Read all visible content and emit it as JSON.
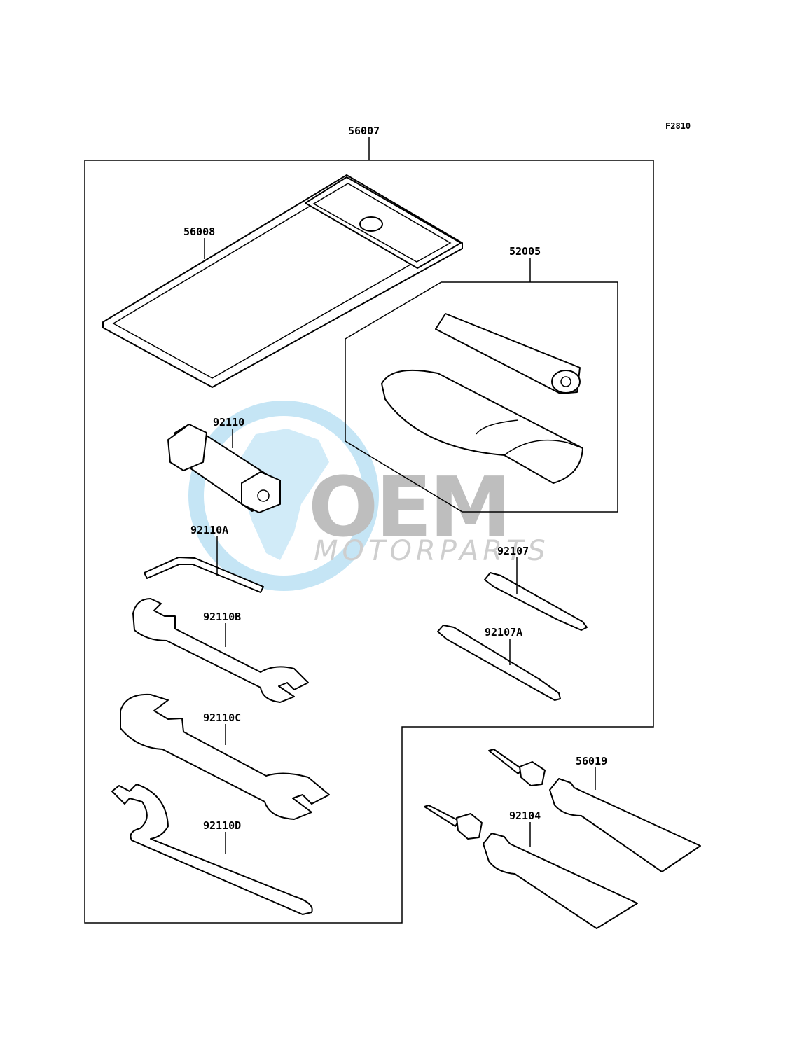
{
  "figure_code": "F2810",
  "watermark": {
    "brand": "OEM",
    "sub": "MOTORPARTS",
    "globe_color": "#9fd2ee",
    "brand_color": "#b8b8b8"
  },
  "callouts": {
    "kit": "56007",
    "pouch": "56008",
    "screwdriver_kit": "52005",
    "spark_plug_wrench": "92110",
    "hex_key": "92110A",
    "wrench_b": "92110B",
    "wrench_c": "92110C",
    "hook_wrench": "92110D",
    "screwdriver_bit": "92107",
    "screwdriver_bit_a": "92107A",
    "tube_upper": "56019",
    "tube_lower": "92104"
  }
}
